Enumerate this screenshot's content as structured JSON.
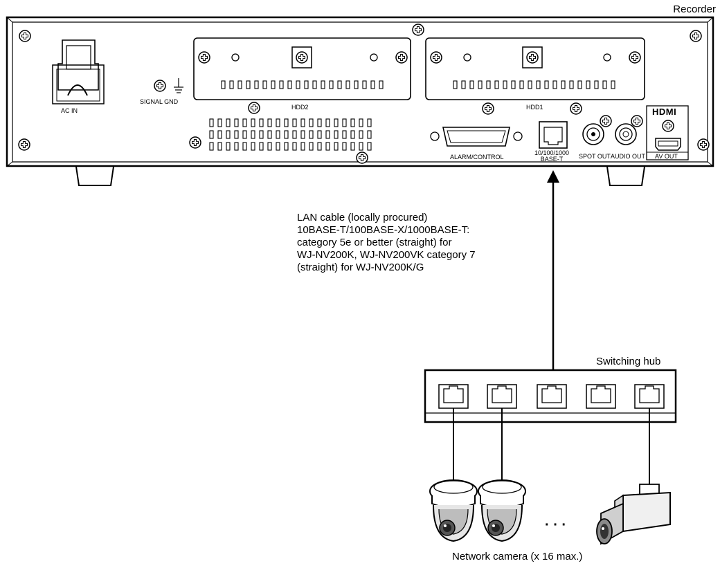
{
  "recorder": {
    "label": "Recorder",
    "ports": {
      "ac_in": "AC IN",
      "signal_gnd": "SIGNAL GND",
      "hdd2": "HDD2",
      "hdd1": "HDD1",
      "alarm_control": "ALARM/CONTROL",
      "lan_line1": "10/100/1000",
      "lan_line2": "BASE-T",
      "spot_out": "SPOT OUT",
      "audio_out": "AUDIO OUT",
      "av_out": "AV OUT",
      "hdmi_logo": "HDMI"
    }
  },
  "cable": {
    "lines": [
      "LAN cable (locally procured)",
      "10BASE-T/100BASE-X/1000BASE-T:",
      "category 5e or better (straight) for",
      "WJ-NV200K, WJ-NV200VK category 7",
      "(straight) for WJ-NV200K/G"
    ]
  },
  "hub": {
    "label": "Switching hub"
  },
  "cameras": {
    "label": "Network camera (x 16 max.)",
    "ellipsis": "· · ·"
  }
}
